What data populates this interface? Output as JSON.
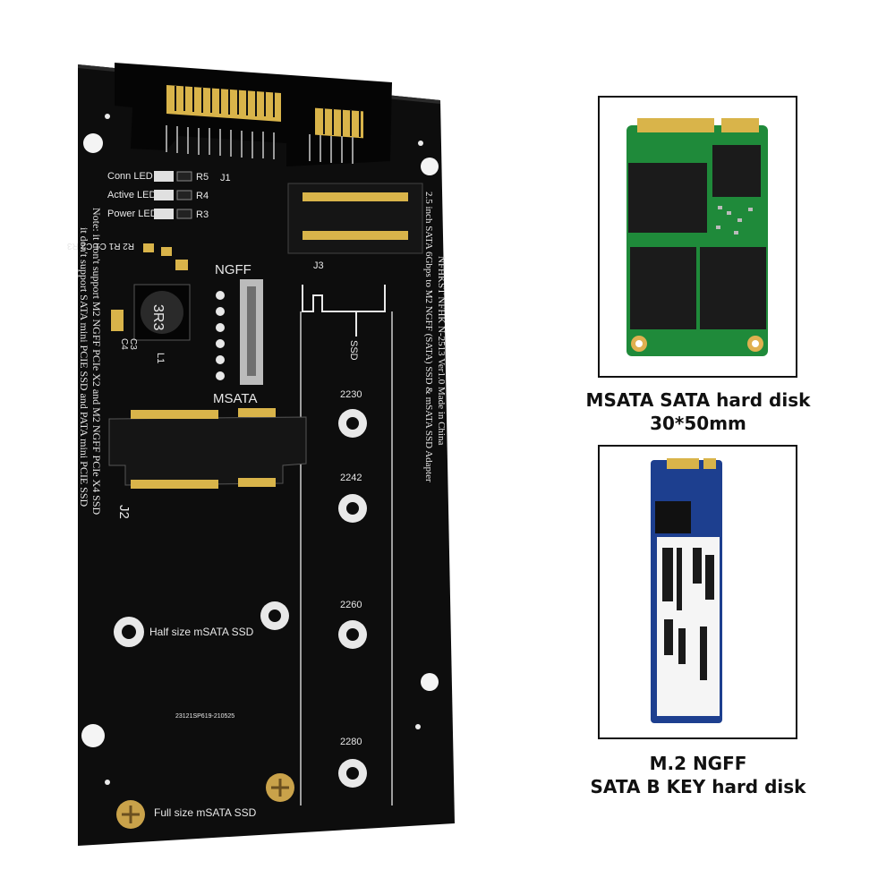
{
  "board": {
    "conn_led": "Conn LED",
    "active_led": "Active LED",
    "power_led": "Power LED",
    "r5": "R5",
    "r4": "R4",
    "r3": "R3",
    "j1": "J1",
    "j2": "J2",
    "j3": "J3",
    "ngff": "NGFF",
    "msata": "MSATA",
    "ssd_arrow": "SSD",
    "inductor": "3R3",
    "l1": "L1",
    "c3": "C3",
    "c4": "C4",
    "small_labels": "R2 R1 C1 C2 R3",
    "note_line1": "Note: it don't support M2 NGFF PCIe X2 and M2 NGFF PCIe X4 SSD",
    "note_line2": "it don't support SATA mini PCIE SSD and PATA mini PCIE SSD",
    "desc_line1": "NFHKST NFHK N-2513 Ver1.0 Made in China",
    "desc_line2": "2.5 inch SATA 6Gbps to M2 NGFF (SATA) SSD & mSATA SSD Adapter",
    "len_2230": "2230",
    "len_2242": "2242",
    "len_2260": "2260",
    "len_2280": "2280",
    "half_size": "Half size mSATA SSD",
    "full_size": "Full size mSATA SSD",
    "serial": "23121SP619-210525"
  },
  "captions": {
    "msata_line1": "MSATA SATA hard disk",
    "msata_line2": "30*50mm",
    "m2_line1": "M.2 NGFF",
    "m2_line2": "SATA B KEY hard disk"
  },
  "colors": {
    "pcb": "#0d0d0d",
    "gold": "#d9b44a",
    "msata_pcb": "#1f8a3a",
    "m2_pcb": "#1d3f8f"
  }
}
